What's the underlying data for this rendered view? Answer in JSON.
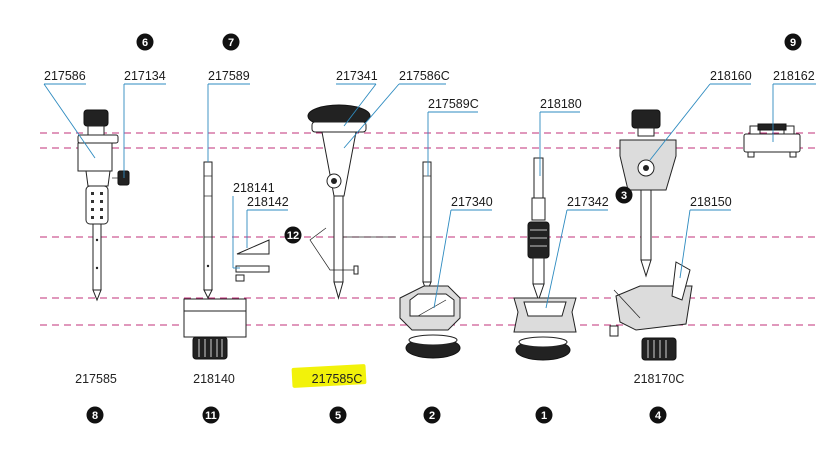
{
  "part_labels": {
    "p217586": "217586",
    "p217134": "217134",
    "p217589": "217589",
    "p217341": "217341",
    "p217586C": "217586C",
    "p217589C": "217589C",
    "p218180": "218180",
    "p218160": "218160",
    "p218162": "218162",
    "p218141": "218141",
    "p218142": "218142",
    "p217340": "217340",
    "p217342": "217342",
    "p218150": "218150"
  },
  "assembly_labels": {
    "a217585": "217585",
    "a218140": "218140",
    "a217585C": "217585C",
    "a218170C": "218170C"
  },
  "highlight_color": "#f2f20a",
  "guide_line_color": "#c0307a",
  "leader_color": "#2e8bc0",
  "top_numbers": {
    "n6": "6",
    "n7": "7",
    "n9": "9"
  },
  "inline_numbers": {
    "n3": "3",
    "n12": "12"
  },
  "bottom_numbers": {
    "n8": "8",
    "n11": "11",
    "n5": "5",
    "n2": "2",
    "n1": "1",
    "n4": "4"
  }
}
